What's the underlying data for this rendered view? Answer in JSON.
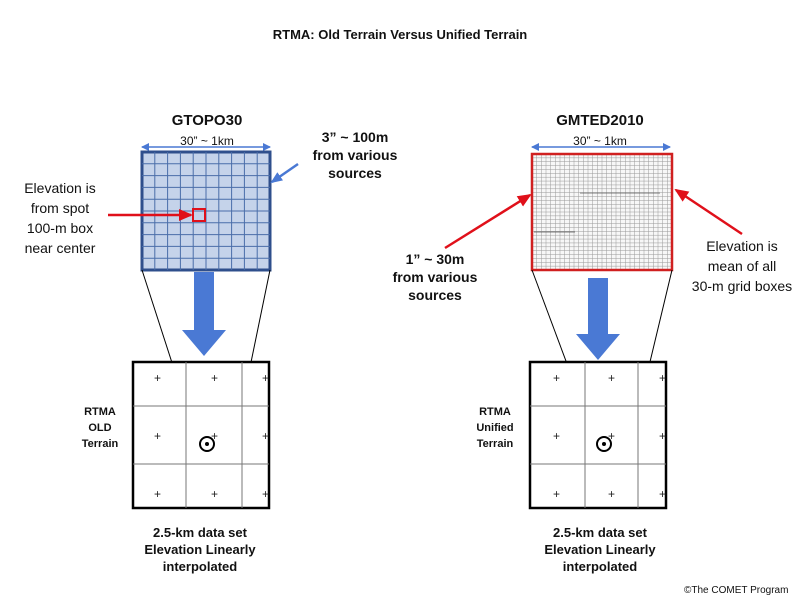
{
  "title": "RTMA: Old Terrain Versus Unified Terrain",
  "left_panel": {
    "dataset_name": "GTOPO30",
    "dimension_label": "30” ~ 1km",
    "source_note": [
      "3” ~ 100m",
      "from various",
      "sources"
    ],
    "elevation_note": [
      "Elevation is",
      "from spot",
      "100-m box",
      "near center"
    ],
    "rtma_label": [
      "RTMA",
      "OLD",
      "Terrain"
    ],
    "caption": [
      "2.5-km data set",
      "Elevation Linearly",
      "interpolated"
    ],
    "colors": {
      "fill": "#c5d3ea",
      "grid": "#4a6ea9",
      "border": "#2f4f8c"
    }
  },
  "right_panel": {
    "dataset_name": "GMTED2010",
    "dimension_label": "30” ~ 1km",
    "source_note": [
      "1” ~ 30m",
      "from various",
      "sources"
    ],
    "elevation_note": [
      "Elevation is",
      "mean of all",
      "30-m grid boxes"
    ],
    "rtma_label": [
      "RTMA",
      "Unified",
      "Terrain"
    ],
    "caption": [
      "2.5-km data set",
      "Elevation Linearly",
      "interpolated"
    ],
    "colors": {
      "grid": "#999999",
      "border": "#d02020"
    }
  },
  "colors": {
    "arrow_red": "#e0101a",
    "arrow_blue": "#4a79d4",
    "dim_arrow": "#4a79d4"
  },
  "credit": "©The COMET Program"
}
